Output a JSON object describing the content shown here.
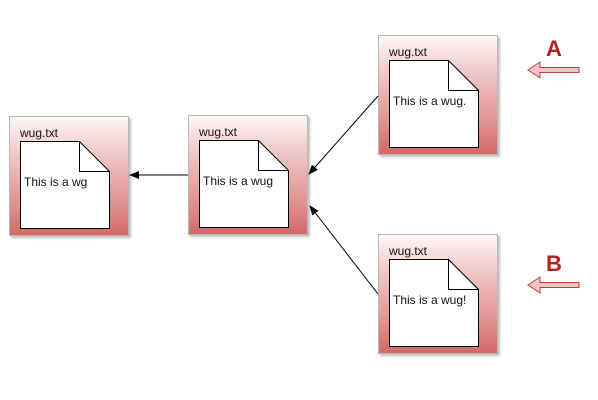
{
  "nodes": [
    {
      "title": "wug.txt",
      "content": "This is a wg"
    },
    {
      "title": "wug.txt",
      "content": "This is a wug"
    },
    {
      "title": "wug.txt",
      "content": "This is a wug."
    },
    {
      "title": "wug.txt",
      "content": "This is a wug!"
    }
  ],
  "labels": {
    "a": "A",
    "b": "B"
  },
  "colors": {
    "label": "#b22222",
    "arrow_fill": "#f4c2c2",
    "arrow_stroke": "#c04040"
  }
}
